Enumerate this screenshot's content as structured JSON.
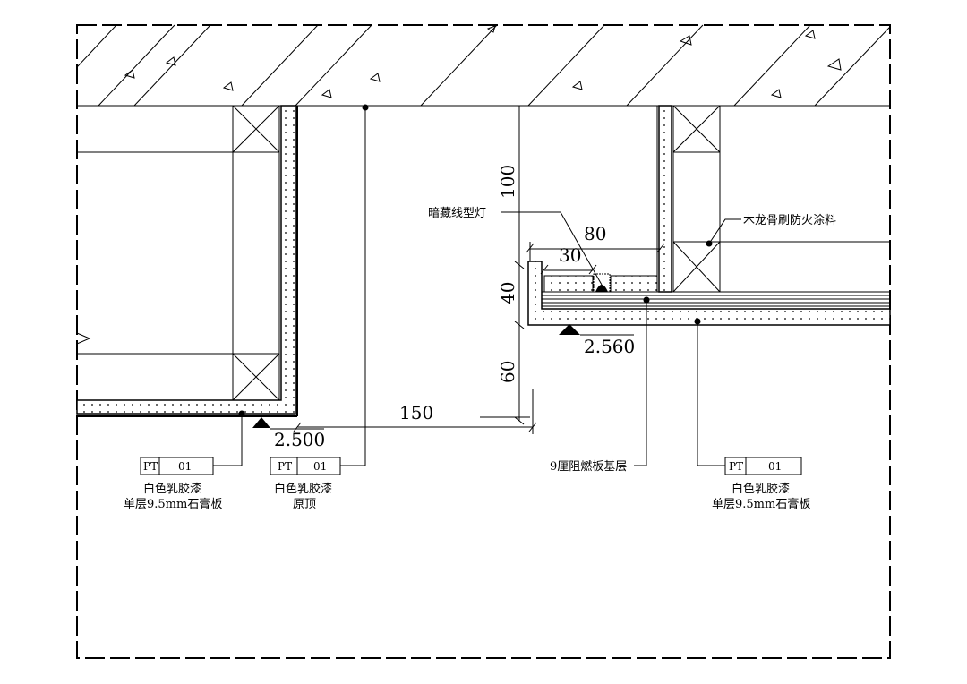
{
  "dimensions": {
    "d100": "100",
    "d80": "80",
    "d30": "30",
    "d40": "40",
    "d60": "60",
    "d150": "150"
  },
  "levels": {
    "left": "2.500",
    "right": "2.560"
  },
  "labels": {
    "hidden_light": "暗藏线型灯",
    "wood_keel": "木龙骨刷防火涂料",
    "base_board": "9厘阻燃板基层"
  },
  "tags": [
    {
      "code": "PT",
      "num": "01",
      "line1": "白色乳胶漆",
      "line2": "单层9.5mm石膏板"
    },
    {
      "code": "PT",
      "num": "01",
      "line1": "白色乳胶漆",
      "line2": "原顶"
    },
    {
      "code": "PT",
      "num": "01",
      "line1": "白色乳胶漆",
      "line2": "单层9.5mm石膏板"
    }
  ]
}
